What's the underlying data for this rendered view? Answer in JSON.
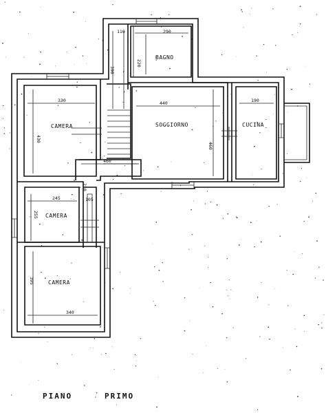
{
  "rooms": {
    "bagno": "BAGNO",
    "camera_top": "CAMERA",
    "soggiorno": "SOGGIORNO",
    "cucina": "CUCINA",
    "camera_mid": "CAMERA",
    "camera_bottom": "CAMERA"
  },
  "dimensions": {
    "d_110": "110",
    "d_290": "290",
    "d_390": "390",
    "d_220": "220",
    "d_330": "330",
    "d_440": "440",
    "d_190": "190",
    "d_430": "430",
    "d_460_stair": "460",
    "d_460_sog": "460",
    "d_210": "210",
    "d_245": "245",
    "d_255": "255",
    "d_105": "105",
    "d_395": "395",
    "d_340": "340"
  },
  "caption": {
    "word1": "PIANO",
    "word2": "PRIMO"
  }
}
